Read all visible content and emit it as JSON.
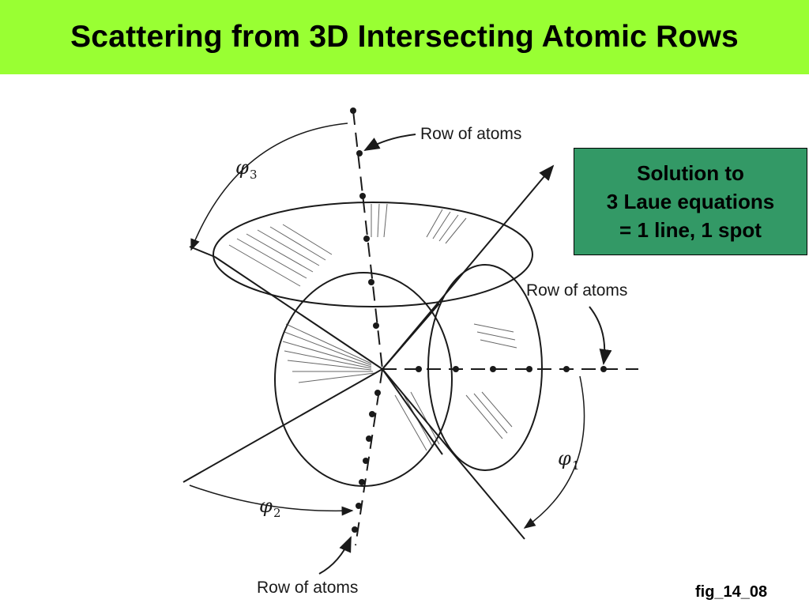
{
  "title": "Scattering from 3D Intersecting Atomic Rows",
  "callout": {
    "line1": "Solution to",
    "line2": "3 Laue equations",
    "line3": "= 1 line, 1 spot",
    "background": "#339966"
  },
  "figure_id": "fig_14_08",
  "labels": {
    "row_top": "Row of atoms",
    "row_right": "Row of atoms",
    "row_bottom": "Row of atoms",
    "phi": "φ",
    "phi1_sub": "1",
    "phi2_sub": "2",
    "phi3_sub": "3"
  },
  "colors": {
    "title_bar": "#99ff33",
    "ink": "#1a1a1a"
  }
}
